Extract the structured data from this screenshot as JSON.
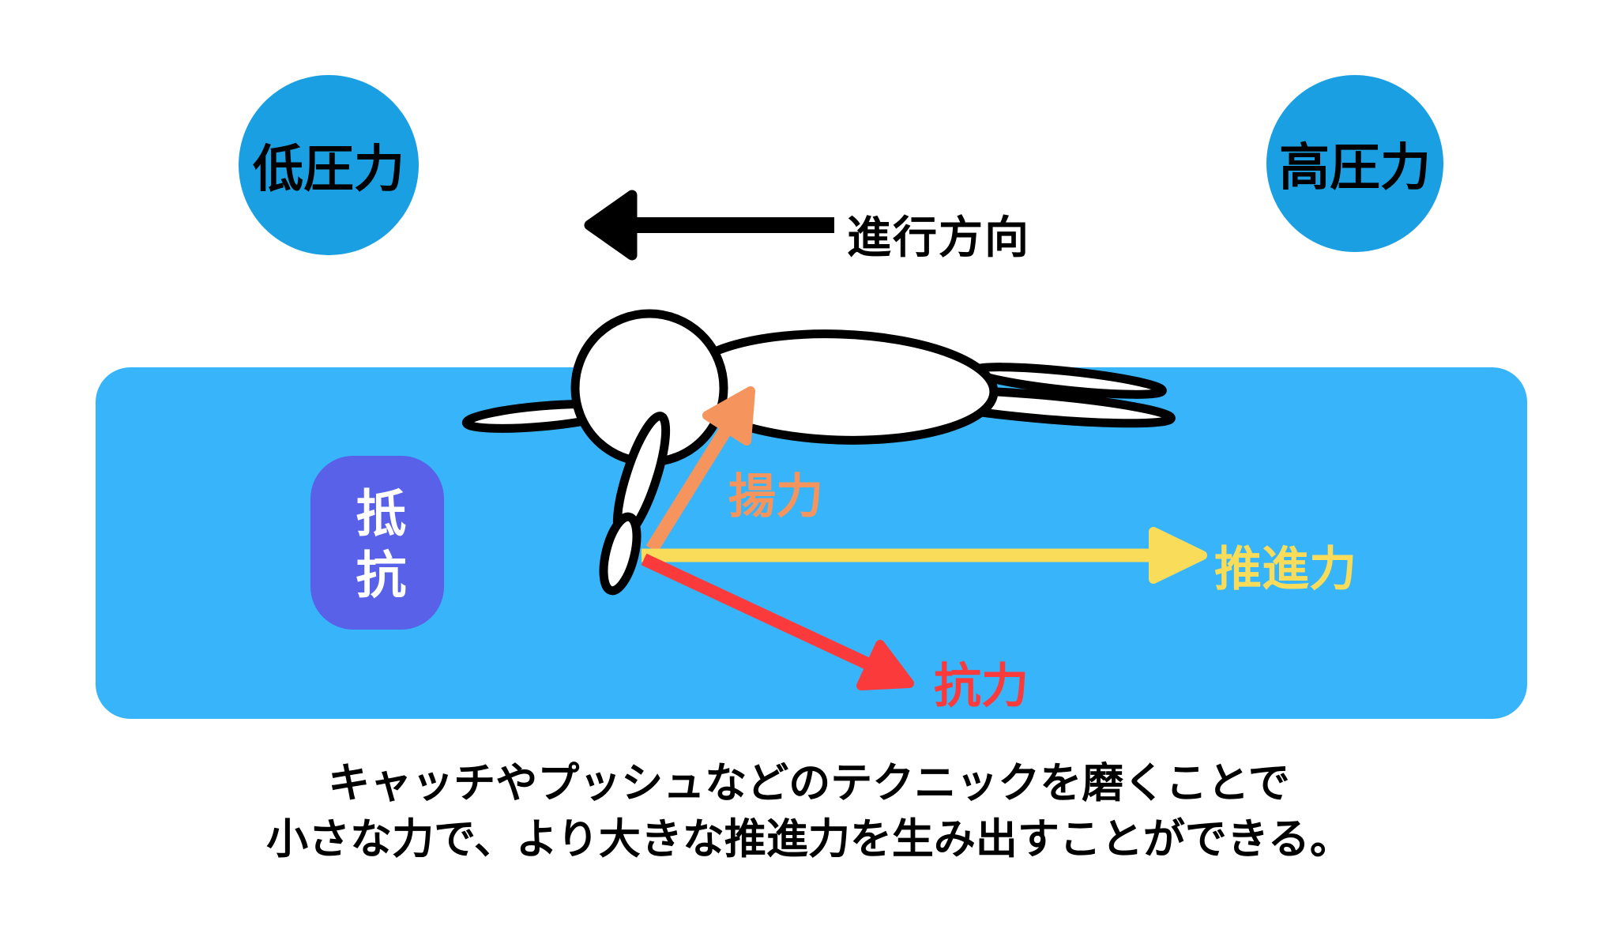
{
  "pressure": {
    "low_label": "低圧力",
    "high_label": "高圧力"
  },
  "direction": {
    "label": "進行方向"
  },
  "water": {
    "resistance_label": "抵抗"
  },
  "forces": {
    "lift_label": "揚力",
    "propulsion_label": "推進力",
    "drag_label": "抗力"
  },
  "caption": {
    "line1": "キャッチやプッシュなどのテクニックを磨くことで",
    "line2": "小さな力で、より大きな推進力を生み出すことができる。"
  },
  "colors": {
    "pressure_circle": "#1a9fe2",
    "water": "#38b5fa",
    "resistance_badge": "#5961e9",
    "lift": "#f5945c",
    "propulsion": "#f8dc5a",
    "drag": "#fb3a3c",
    "ink": "#000000",
    "swimmer_fill": "#ffffff"
  }
}
